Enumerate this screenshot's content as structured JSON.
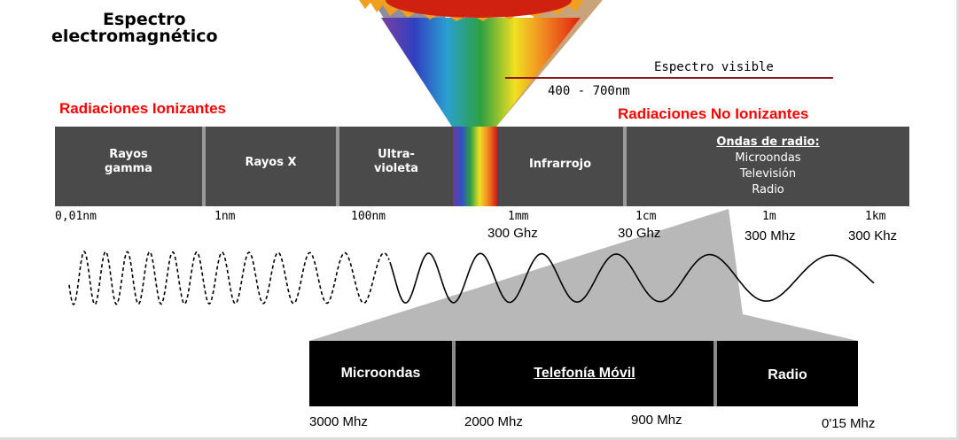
{
  "title": {
    "line1": "Espectro",
    "line2": "electromagnético"
  },
  "visible": {
    "label": "Espectro visible",
    "range": "400 - 700nm"
  },
  "ionizing_label": "Radiaciones Ionizantes",
  "non_ionizing_label": "Radiaciones No Ionizantes",
  "bands": [
    {
      "line1": "Rayos",
      "line2": "gamma"
    },
    {
      "line1": "Rayos X",
      "line2": ""
    },
    {
      "line1": "Ultra-",
      "line2": "violeta"
    },
    {
      "line1": "Infrarrojo",
      "line2": ""
    }
  ],
  "radio": {
    "heading": "Ondas de radio:",
    "items": [
      "Microondas",
      "Televisión",
      "Radio"
    ]
  },
  "wavelengths": [
    "0,01nm",
    "1nm",
    "100nm",
    "1mm",
    "1cm",
    "1m",
    "1km"
  ],
  "frequencies": [
    "300 Ghz",
    "30 Ghz",
    "300 Mhz",
    "300 Khz"
  ],
  "zoom_bands": [
    "Microondas",
    "Telefonía Móvil",
    "Radio"
  ],
  "zoom_freqs": [
    "3000 Mhz",
    "2000 Mhz",
    "900 Mhz",
    "0'15 Mhz"
  ],
  "colors": {
    "red_label": "#ff0000",
    "band_bg": "#4a4a4a",
    "zoom_bg": "#000000",
    "visible_line": "#8b1a1a"
  }
}
